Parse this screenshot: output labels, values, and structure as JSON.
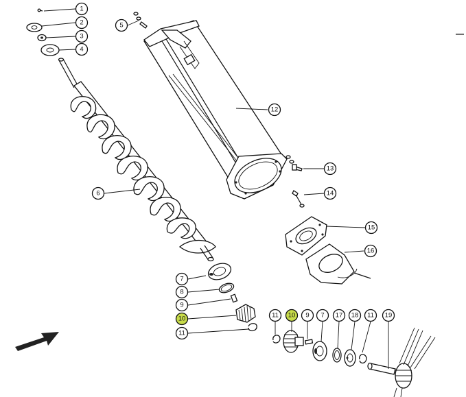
{
  "highlight_color": "#c8dc4a",
  "callouts": {
    "c1": "1",
    "c2": "2",
    "c3": "3",
    "c4": "4",
    "c5": "5",
    "c6": "6",
    "c7a": "7",
    "c7b": "7",
    "c8": "8",
    "c9a": "9",
    "c9b": "9",
    "c10a": "10",
    "c10b": "10",
    "c11a": "11",
    "c11b": "11",
    "c11c": "11",
    "c12": "12",
    "c13": "13",
    "c14": "14",
    "c15": "15",
    "c16": "16",
    "c17": "17",
    "c18": "18",
    "c19": "19"
  },
  "icons": {
    "direction": "arrow-icon"
  }
}
